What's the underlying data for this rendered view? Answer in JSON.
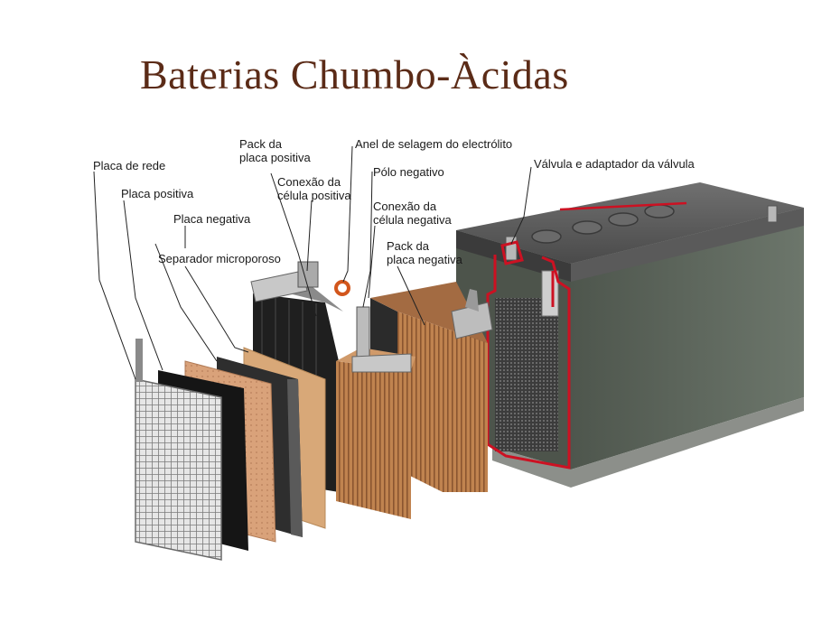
{
  "title": "Baterias Chumbo-Àcidas",
  "labels": {
    "placa_de_rede": "Placa de rede",
    "placa_positiva": "Placa positiva",
    "placa_negativa": "Placa negativa",
    "separador": "Separador microporoso",
    "pack_placa_positiva_1": "Pack da",
    "pack_placa_positiva_2": "placa positiva",
    "conexao_positiva_1": "Conexão da",
    "conexao_positiva_2": "célula positiva",
    "anel": "Anel de selagem do electrólito",
    "polo_negativo": "Pólo negativo",
    "conexao_negativa_1": "Conexão da",
    "conexao_negativa_2": "célula negativa",
    "pack_placa_negativa_1": "Pack da",
    "pack_placa_negativa_2": "placa negativa",
    "valvula": "Válvula e adaptador da válvula"
  },
  "colors": {
    "title": "#5b2b17",
    "casing": "#5a6358",
    "grid": "#9a9a9a",
    "copper": "#c98a5a",
    "carbon": "#2a2a2a",
    "separator": "#d8a878",
    "highlight": "#cc1122"
  }
}
